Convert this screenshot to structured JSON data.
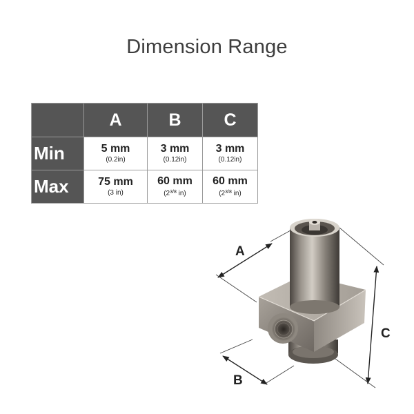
{
  "title": "Dimension Range",
  "table": {
    "columns": [
      "A",
      "B",
      "C"
    ],
    "rows": [
      {
        "label": "Min",
        "cells": [
          {
            "main": "5 mm",
            "sub": "(0.2in)"
          },
          {
            "main": "3 mm",
            "sub": "(0.12in)"
          },
          {
            "main": "3 mm",
            "sub": "(0.12in)"
          }
        ]
      },
      {
        "label": "Max",
        "cells": [
          {
            "main": "75 mm",
            "sub": "(3 in)"
          },
          {
            "main": "60 mm",
            "sub_pre": "(2",
            "sub_sup": "3/8",
            "sub_post": " in)"
          },
          {
            "main": "60 mm",
            "sub_pre": "(2",
            "sub_sup": "3/8",
            "sub_post": " in)"
          }
        ]
      }
    ]
  },
  "figure": {
    "label_a": "A",
    "label_b": "B",
    "label_c": "C"
  },
  "colors": {
    "header_bg": "#555555",
    "grid": "#9a9a9a",
    "title": "#3d3d3d"
  }
}
